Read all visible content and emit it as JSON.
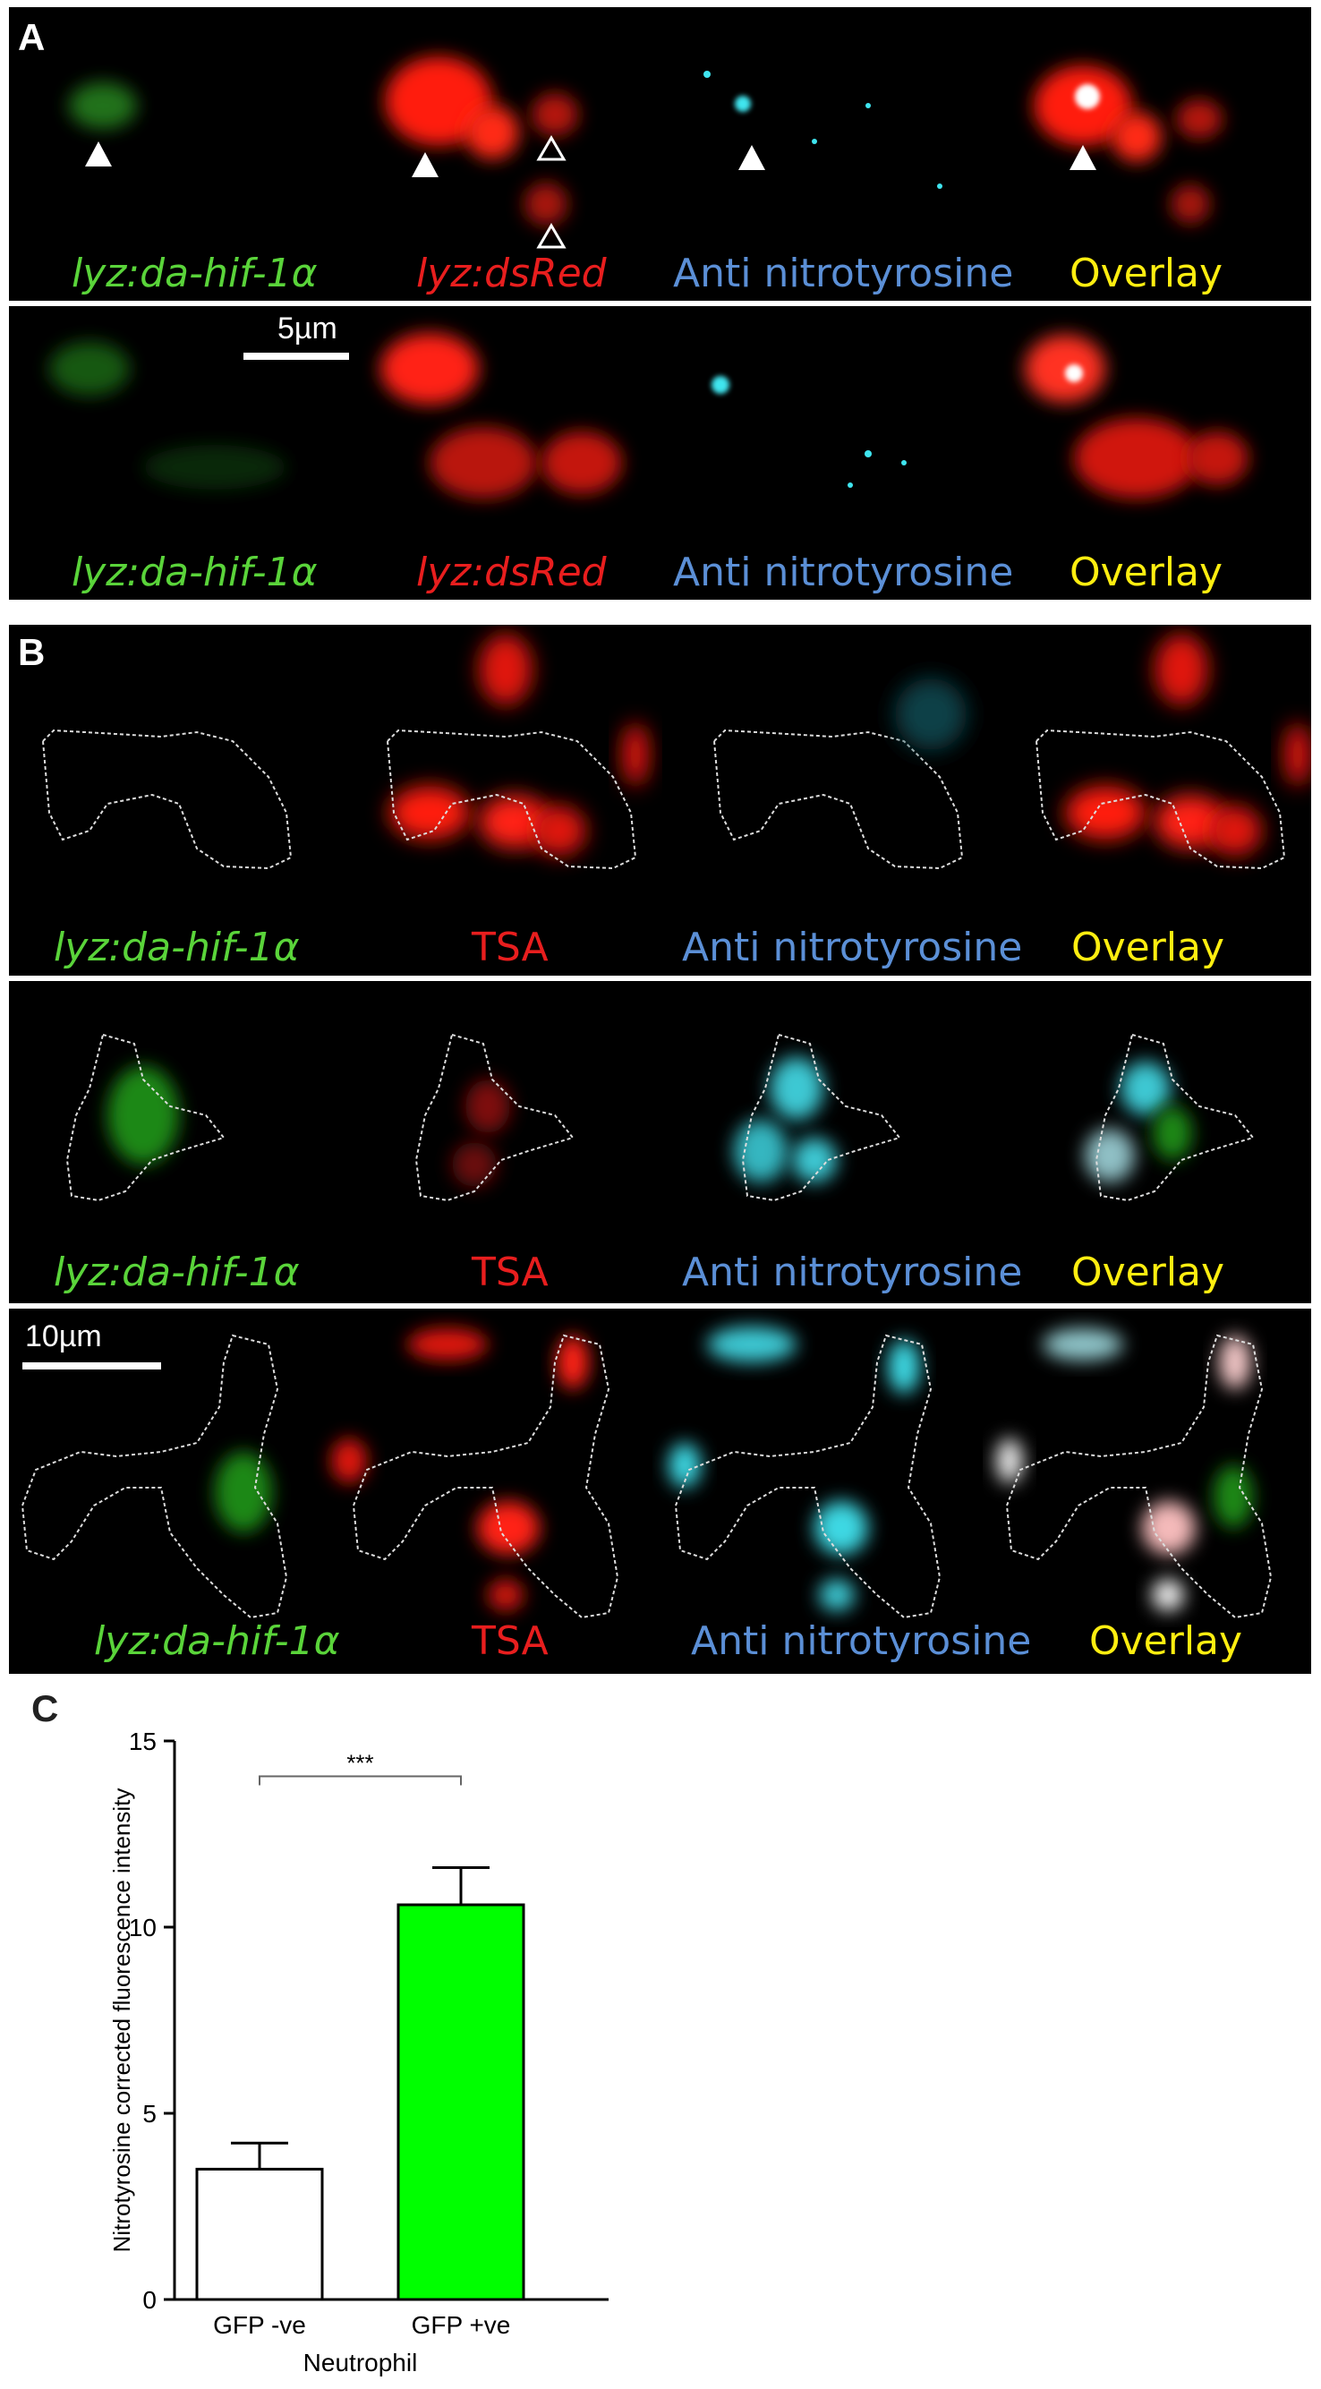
{
  "panels": {
    "A": {
      "label": "A",
      "scale_bar": "5µm",
      "rows": [
        {
          "captions": [
            "lyz:da-hif-1α",
            "lyz:dsRed",
            "Anti nitrotyrosine",
            "Overlay"
          ]
        },
        {
          "captions": [
            "lyz:da-hif-1α",
            "lyz:dsRed",
            "Anti nitrotyrosine",
            "Overlay"
          ]
        }
      ]
    },
    "B": {
      "label": "B",
      "scale_bar": "10µm",
      "rows": [
        {
          "captions": [
            "lyz:da-hif-1α",
            "TSA",
            "Anti nitrotyrosine",
            "Overlay"
          ]
        },
        {
          "captions": [
            "lyz:da-hif-1α",
            "TSA",
            "Anti nitrotyrosine",
            "Overlay"
          ]
        },
        {
          "captions": [
            "lyz:da-hif-1α",
            "TSA",
            "Anti nitrotyrosine",
            "Overlay"
          ]
        }
      ]
    },
    "C": {
      "label": "C"
    }
  },
  "colors": {
    "gfp_green": "#5ad43a",
    "dsred_red": "#e81e1e",
    "nitrotyrosine_cyan": "#39d6e0",
    "overlay_yellow": "#ffee10",
    "bar_gfp_pos": "#00ff00",
    "bar_gfp_neg": "#ffffff"
  },
  "chart_data": {
    "type": "bar",
    "categories": [
      "GFP -ve",
      "GFP +ve"
    ],
    "values": [
      3.5,
      10.6
    ],
    "errors": [
      0.7,
      1.0
    ],
    "bar_colors": [
      "#ffffff",
      "#00ff00"
    ],
    "xlabel": "Neutrophil",
    "ylabel": "Nitrotyrosine corrected fluorescence intensity",
    "ylim": [
      0,
      15
    ],
    "yticks": [
      0,
      5,
      10,
      15
    ],
    "significance": "***",
    "grid": false
  }
}
